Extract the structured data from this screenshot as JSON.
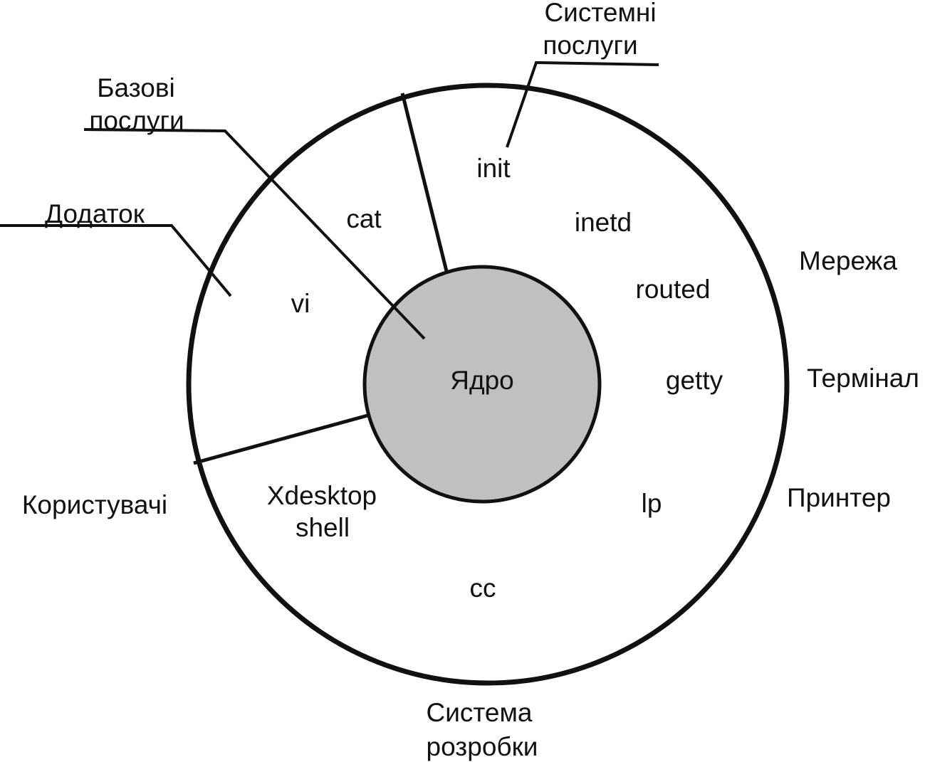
{
  "colors": {
    "background": "#ffffff",
    "stroke": "#111111",
    "kernel_fill": "#c0c0c0"
  },
  "kernel": {
    "label": "Ядро"
  },
  "callouts": {
    "system_services": [
      "Системні",
      "послуги"
    ],
    "base_services": [
      "Базові",
      "послуги"
    ],
    "application": "Додаток"
  },
  "ring_items": {
    "init": "init",
    "inetd": "inetd",
    "routed": "routed",
    "getty": "getty",
    "lp": "lp",
    "cc": "cc",
    "cat": "cat",
    "vi": "vi",
    "xdesktop": "Xdesktop",
    "shell": "shell"
  },
  "outer_labels": {
    "network": "Мережа",
    "terminal": "Термінал",
    "printer": "Принтер",
    "users": "Користувачі",
    "development": [
      "Система",
      "розробки"
    ]
  }
}
